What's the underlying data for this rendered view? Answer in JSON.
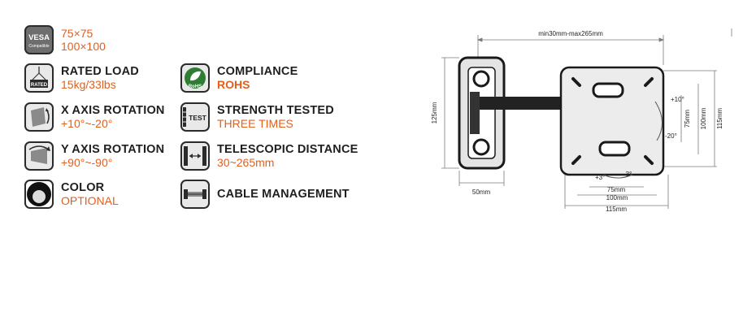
{
  "specs": {
    "vesa": {
      "icon_label": "VESA",
      "icon_sub": "Compatible",
      "values": [
        "75×75",
        "100×100"
      ]
    },
    "rated_load": {
      "icon_label": "RATED",
      "label": "RATED LOAD",
      "value": "15kg/33lbs"
    },
    "compliance": {
      "icon_label": "RoHS",
      "label": "COMPLIANCE",
      "value": "ROHS"
    },
    "x_rotation": {
      "label": "X AXIS ROTATION",
      "value": "+10°~-20°"
    },
    "strength": {
      "icon_label": "TEST",
      "label": "STRENGTH TESTED",
      "value": "THREE TIMES"
    },
    "y_rotation": {
      "label": "Y AXIS ROTATION",
      "value": "+90°~-90°"
    },
    "telescopic": {
      "label": "TELESCOPIC DISTANCE",
      "value": "30~265mm"
    },
    "color": {
      "label": "COLOR",
      "value": "OPTIONAL"
    },
    "cable": {
      "label": "CABLE MANAGEMENT"
    }
  },
  "diagram": {
    "top_dim": "min30mm-max265mm",
    "left_dim": "125mm",
    "bottom_left_dim": "50mm",
    "tilt_plus": "+10°",
    "tilt_minus": "-20°",
    "swivel_plus": "+3°",
    "swivel_minus": "-3°",
    "h_dims": [
      "75mm",
      "100mm",
      "115mm"
    ],
    "v_dims": [
      "75mm",
      "100mm",
      "115mm"
    ]
  },
  "colors": {
    "accent": "#e0601f",
    "text": "#1f1f1f",
    "line": "#2b2b2b"
  }
}
